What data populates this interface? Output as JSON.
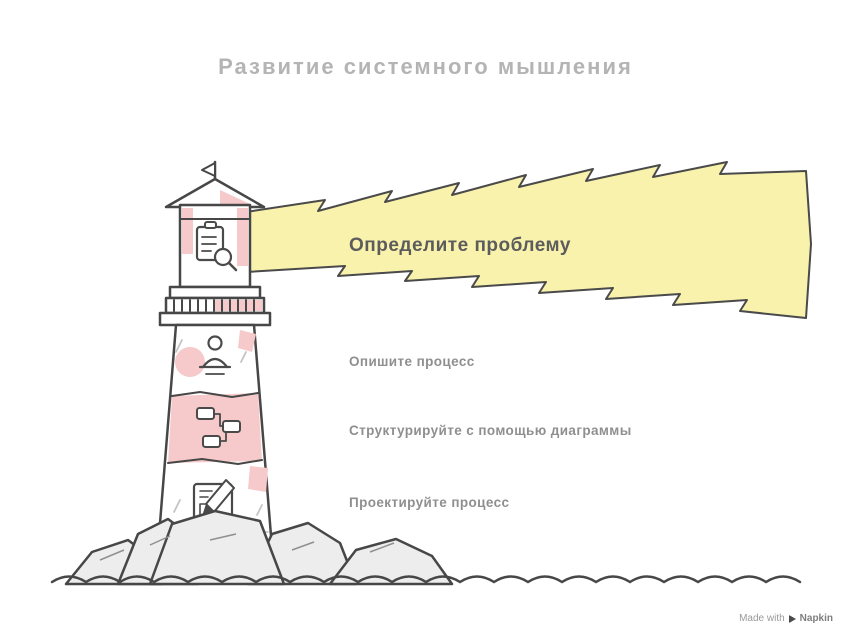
{
  "title": "Развитие системного мышления",
  "beam": {
    "label": "Определите проблему"
  },
  "steps": [
    {
      "id": 1,
      "label": "Опишите процесс"
    },
    {
      "id": 2,
      "label": "Структурируйте с помощью диаграммы"
    },
    {
      "id": 3,
      "label": "Проектируйте процесс"
    }
  ],
  "watermark": {
    "prefix": "Made with",
    "brand": "Napkin"
  },
  "icons": {
    "lamp": "document-search-icon",
    "section_1": "people-icon",
    "section_2": "flowchart-icon",
    "section_3": "pencil-icon",
    "logo": "play-icon"
  },
  "colors": {
    "outline": "#474747",
    "beam_fill": "#f8f2ac",
    "pink_accent": "#f6caca",
    "rock_fill": "#ededed",
    "title_text": "#b4b4b4",
    "beam_text": "#5c5c5c",
    "step_text": "#8f8f8f"
  }
}
